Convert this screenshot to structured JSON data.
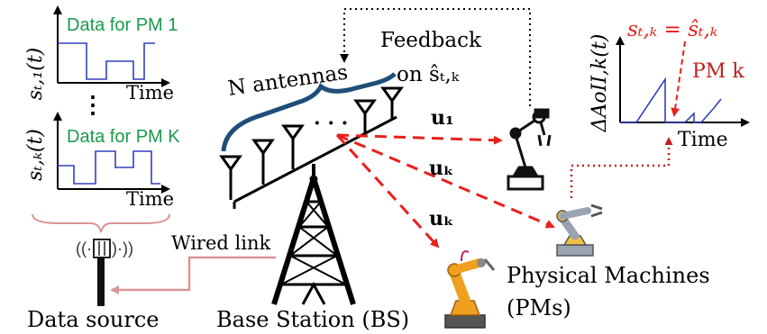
{
  "plots": {
    "pm1": {
      "ylabel": "sₜ,₁(t)",
      "data_label": "Data for PM 1",
      "xlabel": "Time"
    },
    "pmK": {
      "ylabel": "sₜ,ₖ(t)",
      "data_label": "Data for PM K",
      "xlabel": "Time"
    },
    "dots": "⋮",
    "aoii": {
      "ylabel": "ΔAoII,k(t)",
      "equation": "sₜ,ₖ = ŝₜ,ₖ",
      "pm_label": "PM k",
      "xlabel": "Time"
    }
  },
  "labels": {
    "n_antennas": "N antennas",
    "feedback": "Feedback",
    "feedback_on": "on ŝₜ,ₖ",
    "u1": "u₁",
    "uk": "uₖ",
    "uK": "uₖ",
    "antenna_dots": "· · ·",
    "wired_link": "Wired link",
    "data_source": "Data source",
    "base_station": "Base Station (BS)",
    "physical_machines": "Physical Machines",
    "pms": "(PMs)"
  },
  "colors": {
    "signal_blue": "#3040c0",
    "data_green": "#1a9a4a",
    "beam_red": "#e8201c",
    "brace_blue": "#1f4e79",
    "wire_pink": "#d99595",
    "robot_gray": "#9aa3b0",
    "robot_orange": "#f0a020"
  }
}
